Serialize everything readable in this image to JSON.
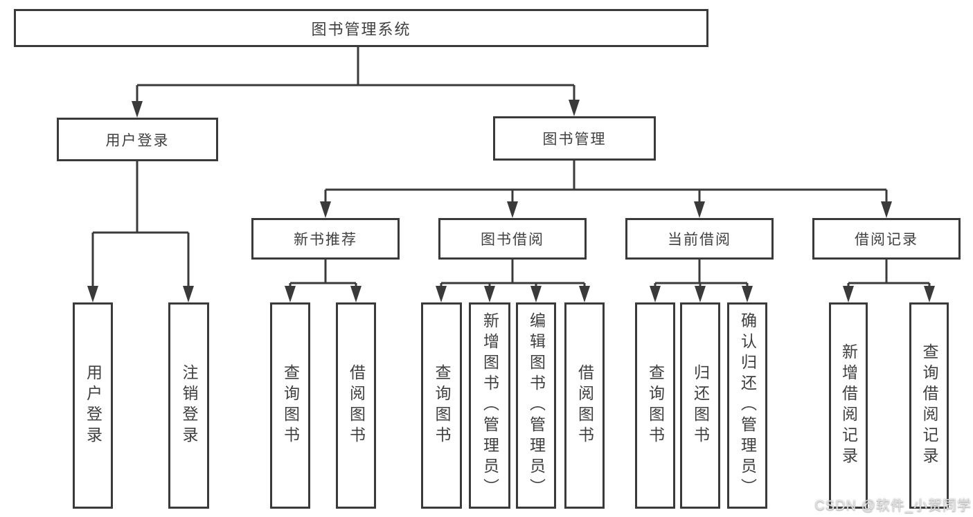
{
  "nodes": {
    "root": "图书管理系统",
    "user_login": "用户登录",
    "book_mgmt": "图书管理",
    "new_books": "新书推荐",
    "book_borrow": "图书借阅",
    "current_borrow": "当前借阅",
    "borrow_records": "借阅记录",
    "ul_children": [
      "用户登录",
      "注销登录"
    ],
    "nb_children": [
      "查询图书",
      "借阅图书"
    ],
    "bb_children": [
      "查询图书",
      "新增图书（管理员）",
      "编辑图书（管理员）",
      "借阅图书"
    ],
    "cb_children": [
      "查询图书",
      "归还图书",
      "确认归还（管理员）"
    ],
    "br_children": [
      "新增借阅记录",
      "查询借阅记录"
    ]
  },
  "watermark": "CSDN @软件_小贺同学",
  "colors": {
    "line": "#3a3a3a",
    "text": "#3f3f3f",
    "background": "#ffffff",
    "watermark": "#e3e3e3"
  }
}
